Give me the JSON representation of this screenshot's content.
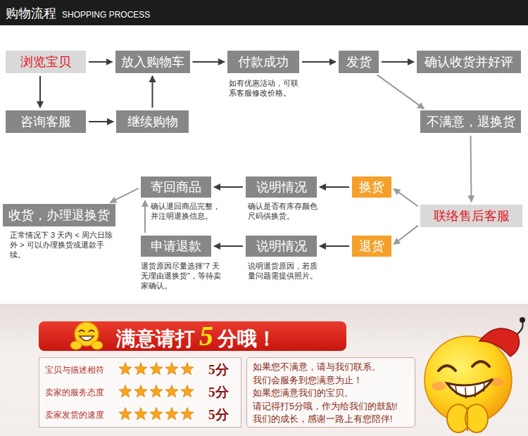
{
  "diagram": {
    "title": "购物流程",
    "nodes": [
      {
        "text": [
          "浏览宝贝"
        ]
      },
      {
        "text": [
          "放入购物车"
        ]
      },
      {
        "text": [
          "付款成功"
        ]
      },
      {
        "text": [
          "发货"
        ]
      },
      {
        "text": [
          "确认收货并好评"
        ]
      },
      {
        "text": [
          "咨询客服"
        ]
      },
      {
        "text": [
          "继续购物"
        ]
      },
      {
        "text": [
          "不满意，退换货"
        ]
      },
      {
        "text": [
          "联络售后客服"
        ]
      },
      {
        "text": [
          "换货"
        ]
      },
      {
        "text": [
          "说明情况"
        ]
      },
      {
        "text": [
          "寄回商品"
        ]
      },
      {
        "text": [
          "收货，办理退换货"
        ]
      },
      {
        "text": [
          "退货"
        ]
      },
      {
        "text": [
          "说明情况"
        ]
      },
      {
        "text": [
          "申请退款"
        ]
      },
      {
        "text": [
          "满意请打",
          "5",
          "分哦！"
        ]
      },
      {
        "text": [
          "宝贝与描述相符",
          "5分",
          "卖家的服务态度",
          "5分",
          "卖家发货的速度",
          "5分"
        ]
      },
      {
        "text": [
          "如果您不满意，请与我们联系。",
          "我们会服务到您满意为止！",
          "如果您满意我们的宝贝。",
          "请记得打5分哦，作为给我们的鼓励!",
          "我们的成长，感谢一路上有您陪伴!"
        ]
      }
    ],
    "edges": [
      {
        "from": 0,
        "to": 1,
        "arrow": "to"
      },
      {
        "from": 1,
        "to": 2,
        "arrow": "to"
      },
      {
        "from": 2,
        "to": 3,
        "arrow": "to"
      },
      {
        "from": 3,
        "to": 4,
        "arrow": "to"
      },
      {
        "from": 0,
        "to": 5,
        "arrow": "to"
      },
      {
        "from": 5,
        "to": 6,
        "arrow": "to"
      },
      {
        "from": 6,
        "to": 1,
        "arrow": "to"
      },
      {
        "from": 3,
        "to": 7,
        "arrow": "to"
      },
      {
        "from": 7,
        "to": 8,
        "arrow": "to"
      },
      {
        "from": 8,
        "to": 9,
        "arrow": "to"
      },
      {
        "from": 8,
        "to": 13,
        "arrow": "to"
      },
      {
        "from": 9,
        "to": 10,
        "arrow": "to"
      },
      {
        "from": 10,
        "to": 11,
        "arrow": "to"
      },
      {
        "from": 11,
        "to": 12,
        "arrow": "to"
      },
      {
        "from": 13,
        "to": 14,
        "arrow": "to"
      },
      {
        "from": 14,
        "to": 15,
        "arrow": "to"
      },
      {
        "from": 15,
        "to": 11,
        "arrow": "to"
      }
    ],
    "labels": [
      "SHOPPING PROCESS",
      "如有优惠活动，可联系客服修改价格。",
      "确认是否有库存颜色尺码供换货。",
      "确认退回商品完整，并注明退换信息。",
      "正常情况下 3 天内 < 周六日除外 > 可以办理换货或退款手续。",
      "退货原因尽量选择“7 天无理由退换货”，等待卖家确认。",
      "说明退货原因，若质量问题需提供照片。"
    ]
  }
}
